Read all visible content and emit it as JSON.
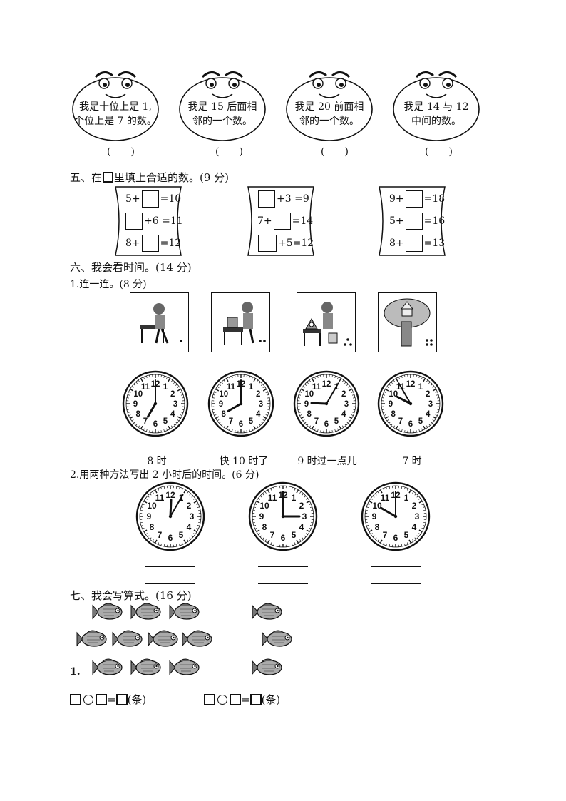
{
  "faces": [
    {
      "line1": "我是十位上是 1,",
      "line2": "个位上是 7 的数。",
      "answer": "(　　)"
    },
    {
      "line1": "我是 15 后面相",
      "line2": "邻的一个数。",
      "answer": "(　　)"
    },
    {
      "line1": "我是 20 前面相",
      "line2": "邻的一个数。",
      "answer": "(　　)"
    },
    {
      "line1": "我是 14 与 12",
      "line2": "中间的数。",
      "answer": "(　　)"
    }
  ],
  "section5": {
    "title_a": "五、在",
    "title_b": "里填上合适的数。(9 分)",
    "groups": [
      [
        {
          "pre": "5+",
          "post": "=10"
        },
        {
          "pre": "",
          "post": "+6 =11"
        },
        {
          "pre": "8+",
          "post": "=12"
        }
      ],
      [
        {
          "pre": "",
          "post": "+3 =9"
        },
        {
          "pre": "7+",
          "post": "=14"
        },
        {
          "pre": "",
          "post": "+5=12"
        }
      ],
      [
        {
          "pre": "9+",
          "post": "=18"
        },
        {
          "pre": "5+",
          "post": "=16"
        },
        {
          "pre": "8+",
          "post": "=13"
        }
      ]
    ]
  },
  "section6": {
    "title": "六、我会看时间。(14 分)",
    "q1_title": "1.连一连。(8 分)",
    "scene_dots": [
      1,
      2,
      3,
      4
    ],
    "clock_times_q1": [
      {
        "hour": 7,
        "minute": 0
      },
      {
        "hour": 8,
        "minute": 0
      },
      {
        "hour": 9,
        "minute": 5
      },
      {
        "hour": 9,
        "minute": 55
      }
    ],
    "time_labels": [
      "8 时",
      "快 10 时了",
      "9 时过一点儿",
      "7 时"
    ],
    "q2_title": "2.用两种方法写出 2 小时后的时间。(6 分)",
    "clock_times_q2": [
      {
        "hour": 12,
        "minute": 5
      },
      {
        "hour": 3,
        "minute": 0
      },
      {
        "hour": 10,
        "minute": 0
      }
    ]
  },
  "section7": {
    "title": "七、我会写算式。(16 分)",
    "q1_label": "1.",
    "eq_sign": "=",
    "unit": "(条)"
  },
  "colors": {
    "ink": "#111111",
    "background": "#ffffff"
  }
}
